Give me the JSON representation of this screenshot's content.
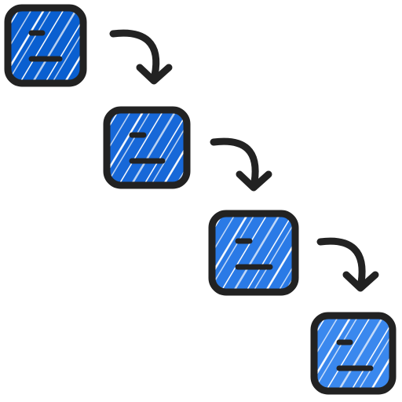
{
  "diagram": {
    "type": "cascading-steps",
    "steps": [
      {
        "id": "step-1",
        "icon": "document-lines-icon",
        "fill_color": "#0a5fd0"
      },
      {
        "id": "step-2",
        "icon": "document-lines-icon",
        "fill_color": "#1768d8"
      },
      {
        "id": "step-3",
        "icon": "document-lines-icon",
        "fill_color": "#2a7ae6"
      },
      {
        "id": "step-4",
        "icon": "document-lines-icon",
        "fill_color": "#3a88ee"
      }
    ],
    "connectors": [
      {
        "from": "step-1",
        "to": "step-2",
        "icon": "curved-arrow-down-icon"
      },
      {
        "from": "step-2",
        "to": "step-3",
        "icon": "curved-arrow-down-icon"
      },
      {
        "from": "step-3",
        "to": "step-4",
        "icon": "curved-arrow-down-icon"
      }
    ],
    "colors": {
      "outline": "#222222",
      "hatch": "#ffffff"
    }
  }
}
